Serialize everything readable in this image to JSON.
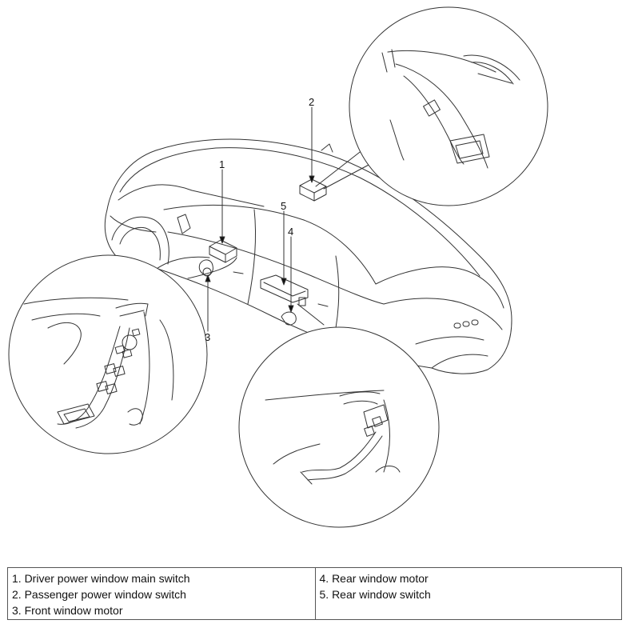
{
  "callouts": {
    "c1": "1",
    "c2": "2",
    "c3": "3",
    "c4": "4",
    "c5": "5"
  },
  "legend": {
    "left": [
      "1. Driver power window main switch",
      "2. Passenger power window switch",
      "3. Front window motor"
    ],
    "right": [
      "4. Rear window motor",
      "5. Rear window switch"
    ]
  }
}
